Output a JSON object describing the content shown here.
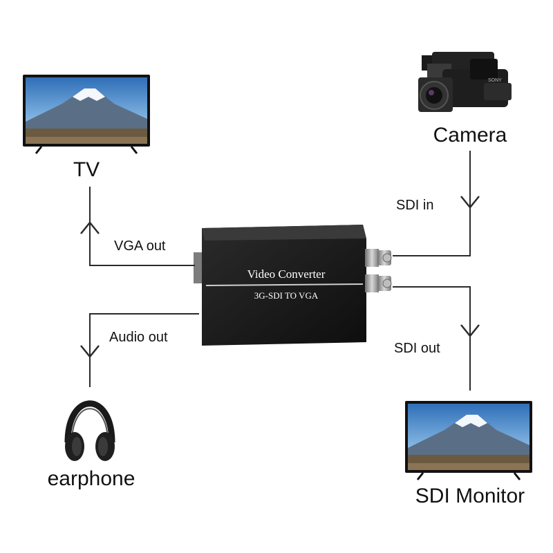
{
  "devices": {
    "tv": {
      "label": "TV"
    },
    "camera": {
      "label": "Camera"
    },
    "earphone": {
      "label": "earphone"
    },
    "sdi_monitor": {
      "label": "SDI Monitor"
    }
  },
  "converter": {
    "title": "Video Converter",
    "subtitle": "3G-SDI TO VGA"
  },
  "connections": {
    "vga_out": "VGA out",
    "audio_out": "Audio out",
    "sdi_in": "SDI in",
    "sdi_out": "SDI out"
  },
  "colors": {
    "line": "#2a2a2a",
    "converter_body": "#1c1c1c",
    "connector": "#9a9a9a",
    "sky": "#4a86c8"
  }
}
